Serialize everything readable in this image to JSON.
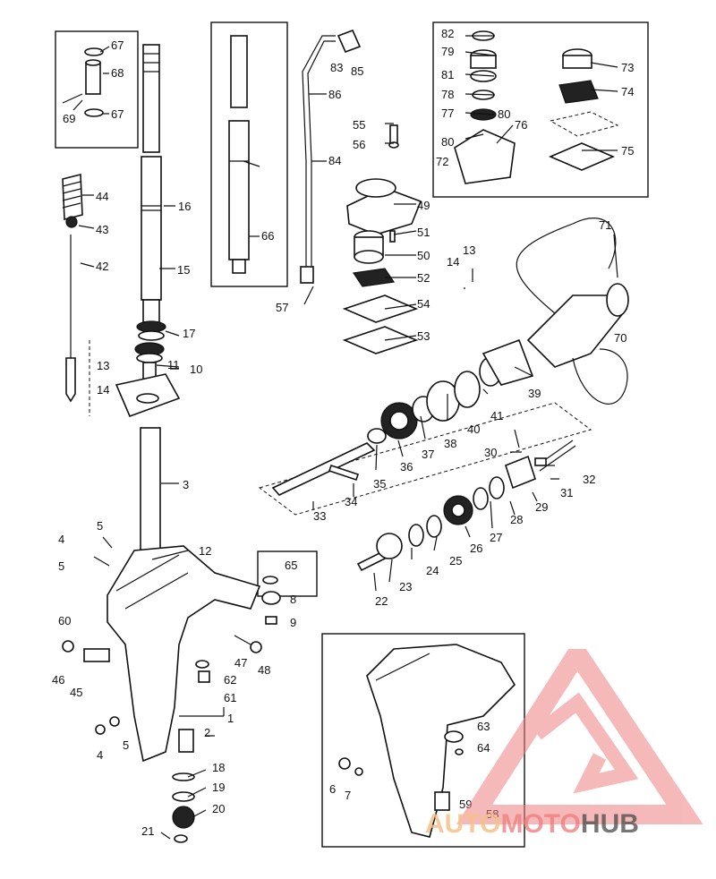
{
  "labels": {
    "l1": "1",
    "l2": "2",
    "l3": "3",
    "l4a": "4",
    "l4b": "4",
    "l5a": "5",
    "l5b": "5",
    "l5c": "5",
    "l6": "6",
    "l7": "7",
    "l8": "8",
    "l9": "9",
    "l10": "10",
    "l11": "11",
    "l12": "12",
    "l13a": "13",
    "l13b": "13",
    "l14a": "14",
    "l14b": "14",
    "l15": "15",
    "l16": "16",
    "l17": "17",
    "l18": "18",
    "l19": "19",
    "l20": "20",
    "l21": "21",
    "l22": "22",
    "l23": "23",
    "l24": "24",
    "l25": "25",
    "l26": "26",
    "l27": "27",
    "l28": "28",
    "l29": "29",
    "l30": "30",
    "l31": "31",
    "l32": "32",
    "l33": "33",
    "l34": "34",
    "l35": "35",
    "l36": "36",
    "l37": "37",
    "l38": "38",
    "l39": "39",
    "l40": "40",
    "l41": "41",
    "l42": "42",
    "l43": "43",
    "l44": "44",
    "l45": "45",
    "l46": "46",
    "l47": "47",
    "l48": "48",
    "l49": "49",
    "l50": "50",
    "l51": "51",
    "l52": "52",
    "l53": "53",
    "l54": "54",
    "l55": "55",
    "l56": "56",
    "l57": "57",
    "l58": "58",
    "l59": "59",
    "l60": "60",
    "l61": "61",
    "l62": "62",
    "l63": "63",
    "l64": "64",
    "l65": "65",
    "l66": "66",
    "l67a": "67",
    "l67b": "67",
    "l68": "68",
    "l69": "69",
    "l70": "70",
    "l71": "71",
    "l72": "72",
    "l73": "73",
    "l74": "74",
    "l75": "75",
    "l76": "76",
    "l77": "77",
    "l78": "78",
    "l79": "79",
    "l80a": "80",
    "l80b": "80",
    "l81": "81",
    "l82": "82",
    "l83": "83",
    "l84": "84",
    "l85": "85",
    "l86": "86"
  },
  "watermark": {
    "part1": "AUTO",
    "part2": "MOTO",
    "part3": "HUB",
    "colors": {
      "accent": "#f08080",
      "dark": "#4a4a4a",
      "light": "#f4c08a"
    }
  }
}
